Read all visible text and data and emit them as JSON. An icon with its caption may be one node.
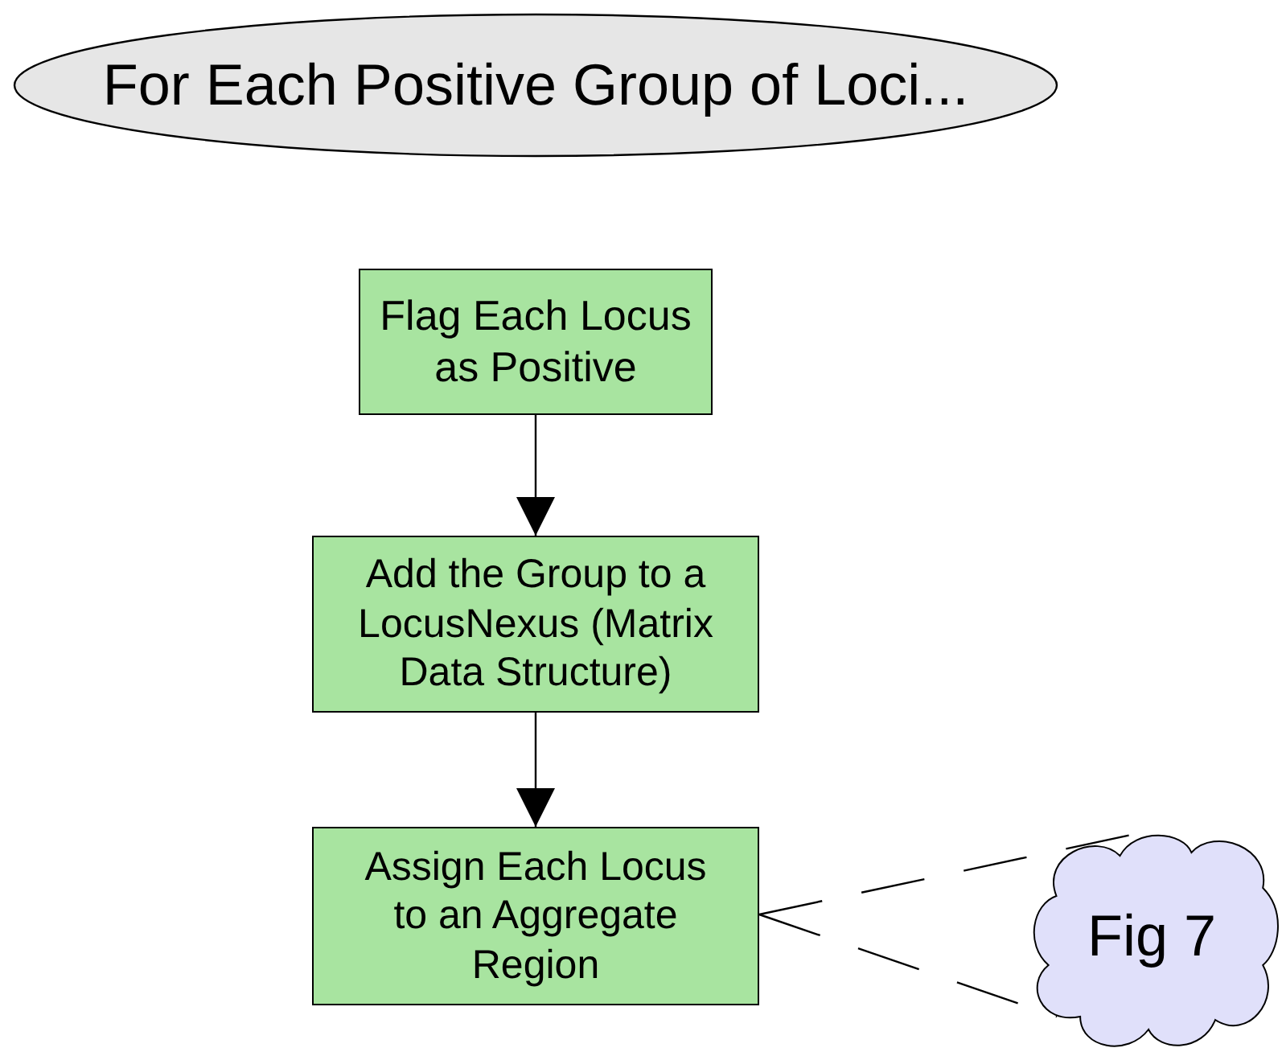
{
  "diagram": {
    "nodes": [
      {
        "text": [
          "For Each Positive Group of Loci..."
        ]
      },
      {
        "text": [
          "Flag Each Locus as Positive"
        ]
      },
      {
        "text": [
          "Add the Group to a LocusNexus (Matrix Data Structure)"
        ]
      },
      {
        "text": [
          "Assign Each Locus to an Aggregate Region"
        ]
      },
      {
        "text": [
          "Fig 7"
        ]
      }
    ],
    "edges": [
      {
        "from": 1,
        "to": 2,
        "arrow": "to"
      },
      {
        "from": 2,
        "to": 3,
        "arrow": "to"
      },
      {
        "from": 4,
        "to": 3,
        "arrow": "none",
        "style": "dashed"
      }
    ]
  }
}
